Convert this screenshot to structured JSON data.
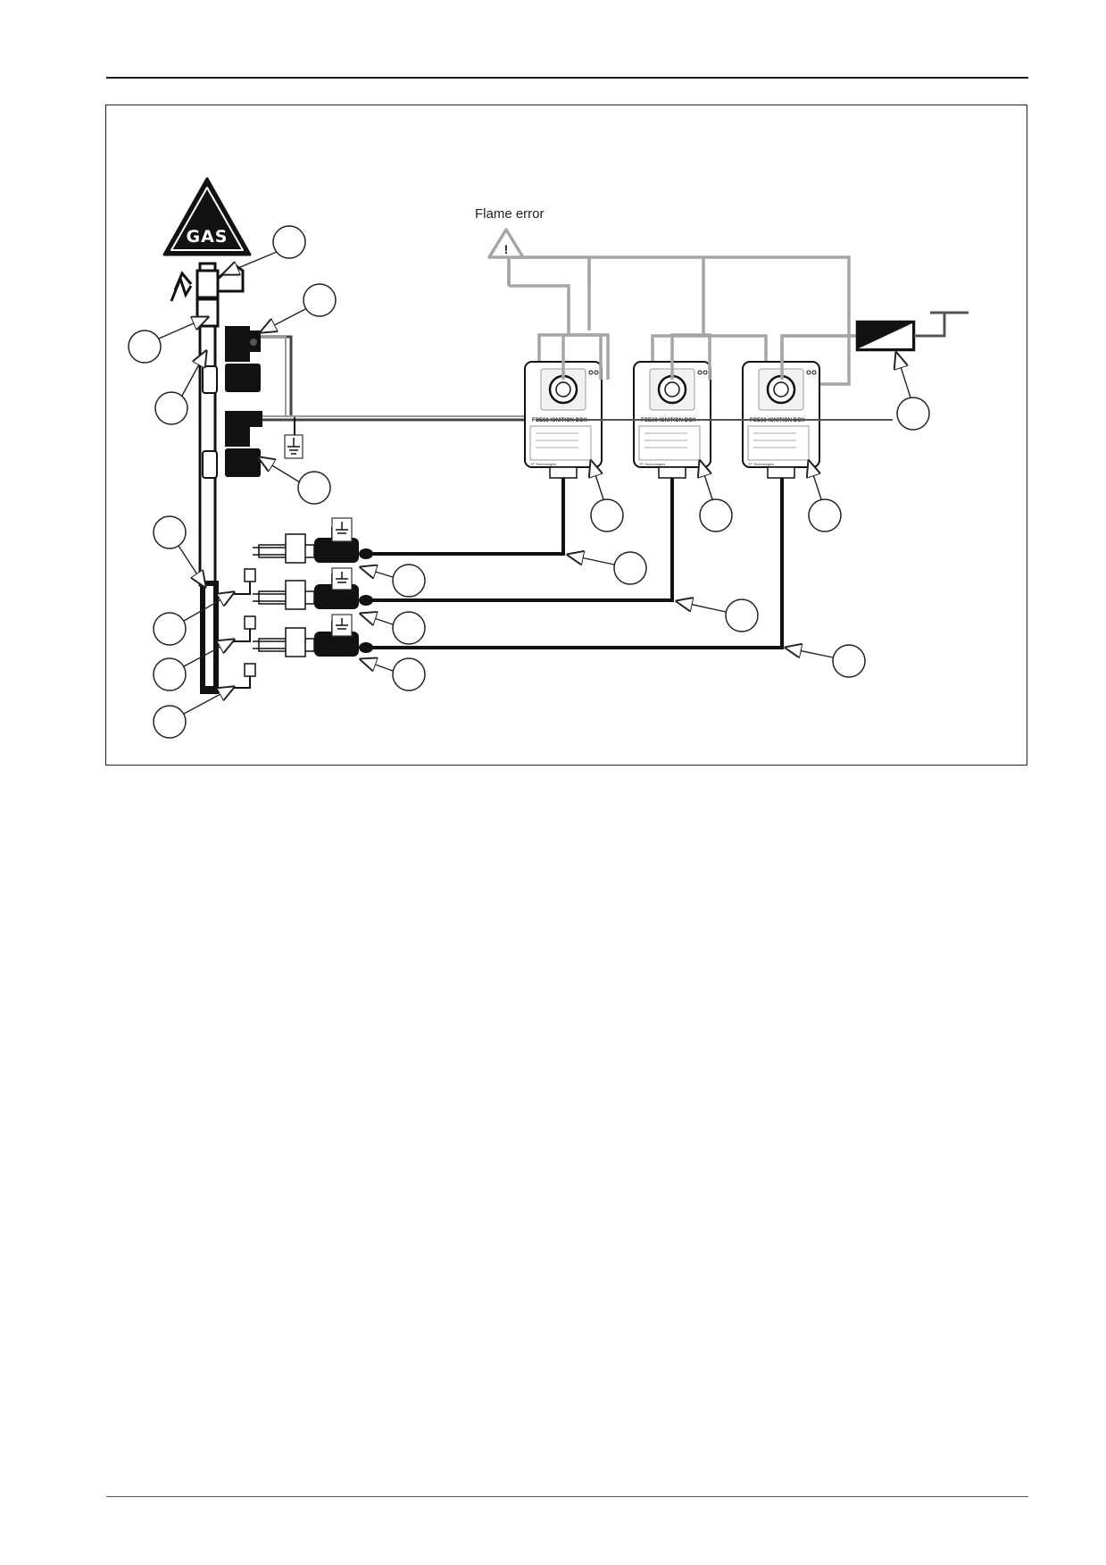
{
  "gas_sign": {
    "label": "GAS"
  },
  "flame_error": {
    "label": "Flame error",
    "symbol": "!"
  },
  "ignition_boxes": [
    {
      "title": "FCE68 IGNITION BOX",
      "maker": "TF Technologies"
    },
    {
      "title": "FCE68 IGNITION BOX",
      "maker": "TF Technologies"
    },
    {
      "title": "FCE68 IGNITION BOX",
      "maker": "TF Technologies"
    }
  ],
  "colors": {
    "line_black": "#111111",
    "line_grey": "#a6a6a6",
    "callout_stroke": "#222222"
  }
}
